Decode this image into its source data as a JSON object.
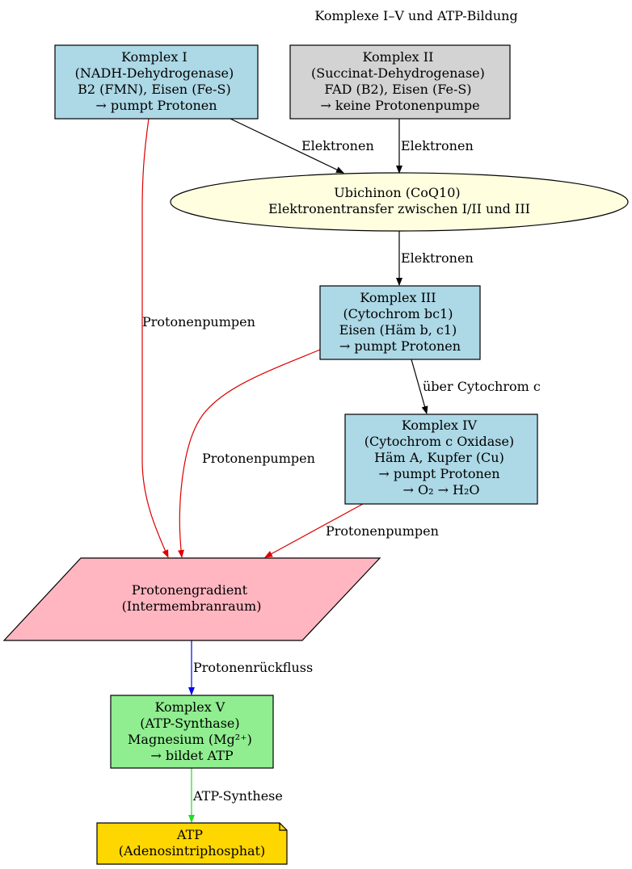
{
  "title": "Komplexe I–V und ATP-Bildung",
  "colors": {
    "complex_fill": "#add8e6",
    "complex2_fill": "#d3d3d3",
    "ubiquinone_fill": "#ffffe0",
    "gradient_fill": "#ffb6c1",
    "atp_synthase_fill": "#90ee90",
    "atp_fill": "#ffd700",
    "proton_edge": "#dd0000",
    "backflow_edge": "#0000ee",
    "synthesis_edge": "#22dd22",
    "electron_edge": "#000000"
  },
  "nodes": {
    "complex1": [
      "Komplex I",
      "(NADH-Dehydrogenase)",
      "B2 (FMN), Eisen (Fe-S)",
      "→ pumpt Protonen"
    ],
    "complex2": [
      "Komplex II",
      "(Succinat-Dehydrogenase)",
      "FAD (B2), Eisen (Fe-S)",
      "→ keine Protonenpumpe"
    ],
    "ubiquinone": [
      "Ubichinon (CoQ10)",
      "Elektronentransfer zwischen I/II und III"
    ],
    "complex3": [
      "Komplex III",
      "(Cytochrom bc1)",
      "Eisen (Häm b, c1)",
      "→ pumpt Protonen"
    ],
    "complex4": [
      "Komplex IV",
      "(Cytochrom c Oxidase)",
      "Häm A, Kupfer (Cu)",
      "→ pumpt Protonen",
      "→ O₂ → H₂O"
    ],
    "gradient": [
      "Protonengradient",
      "(Intermembranraum)"
    ],
    "complex5": [
      "Komplex V",
      "(ATP-Synthase)",
      "Magnesium (Mg²⁺)",
      "→ bildet ATP"
    ],
    "atp": [
      "ATP",
      "(Adenosintriphosphat)"
    ]
  },
  "edges": {
    "c1_to_q": "Elektronen",
    "c2_to_q": "Elektronen",
    "q_to_c3": "Elektronen",
    "c3_to_c4": "über Cytochrom c",
    "c1_to_gradient": "Protonenpumpen",
    "c3_to_gradient": "Protonenpumpen",
    "c4_to_gradient": "Protonenpumpen",
    "gradient_to_c5": "Protonenrückfluss",
    "c5_to_atp": "ATP-Synthese"
  }
}
